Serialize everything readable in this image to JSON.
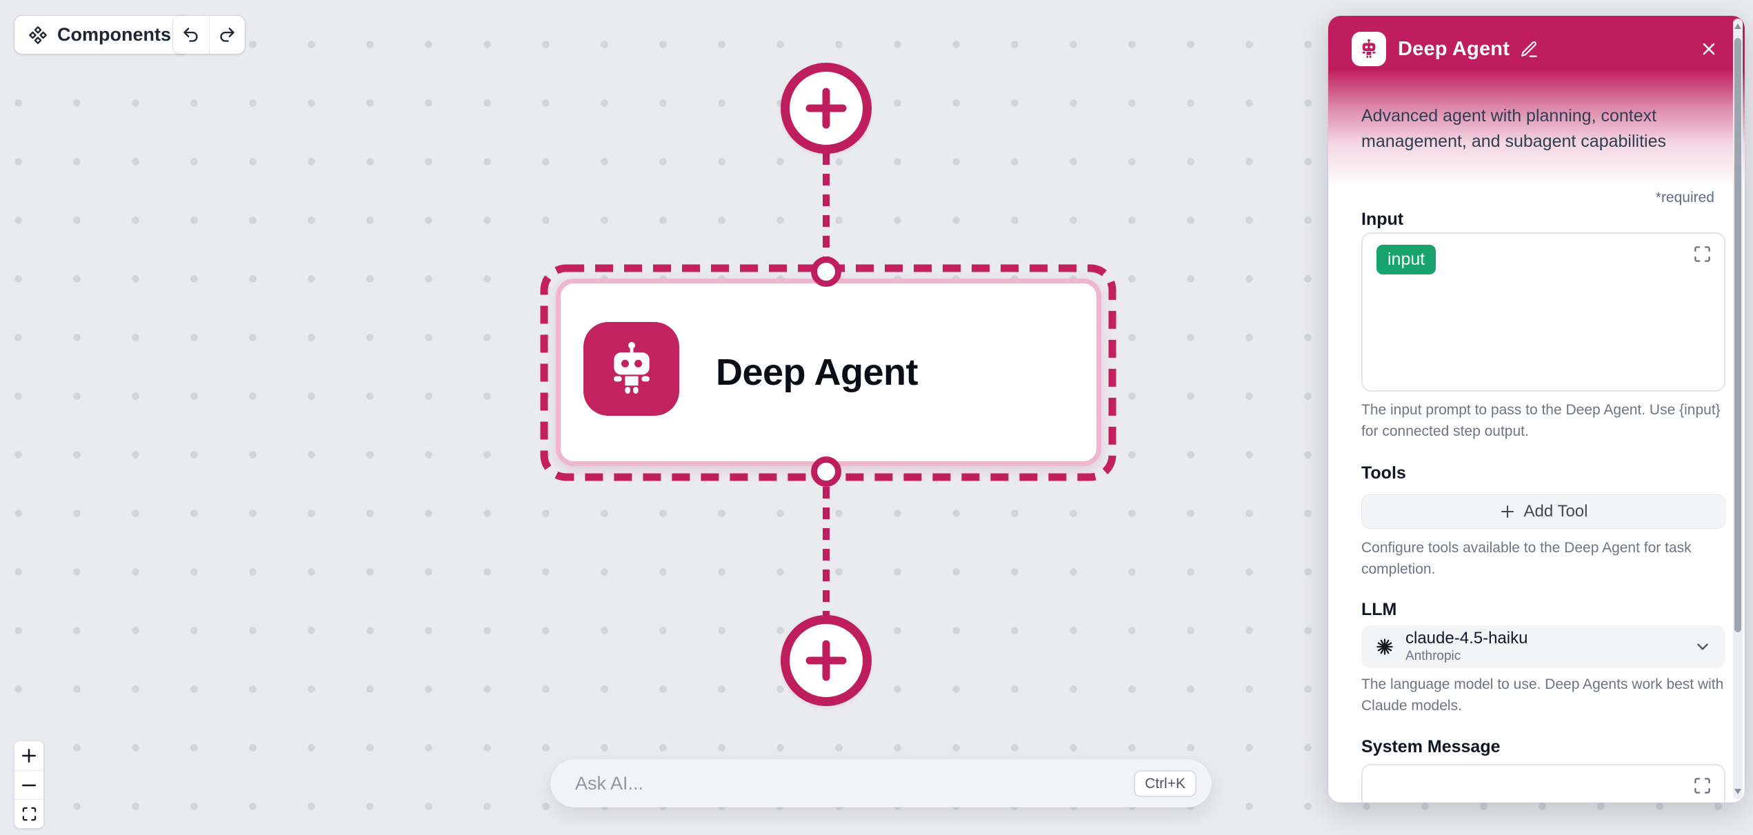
{
  "canvas": {
    "components_button": "Components",
    "node": {
      "title": "Deep Agent"
    },
    "ask_ai": {
      "placeholder": "Ask AI...",
      "shortcut": "Ctrl+K"
    }
  },
  "panel": {
    "title": "Deep Agent",
    "description": "Advanced agent with planning, context management, and subagent capabilities",
    "required_note": "*required",
    "input": {
      "label": "Input",
      "badge": "input",
      "helper": "The input prompt to pass to the Deep Agent. Use {input} for connected step output."
    },
    "tools": {
      "label": "Tools",
      "add_button": "Add Tool",
      "helper": "Configure tools available to the Deep Agent for task completion."
    },
    "llm": {
      "label": "LLM",
      "model": "claude-4.5-haiku",
      "provider": "Anthropic",
      "helper": "The language model to use. Deep Agents work best with Claude models."
    },
    "system_message": {
      "label": "System Message"
    }
  },
  "colors": {
    "accent": "#BE1E5E",
    "accent_deep": "#C2225F",
    "badge_green": "#17A36B",
    "pink_border": "#EFB6CF",
    "canvas_bg": "#EAEBEF",
    "dot": "#D3D5DC"
  },
  "icons": {
    "components": "four-diamonds",
    "undo": "arrow-curve-left",
    "redo": "arrow-curve-right",
    "agent": "robot",
    "edit": "pencil-line",
    "close": "x",
    "expand": "corner-brackets",
    "add": "plus",
    "chevron": "chevron-down",
    "provider_logo": "anthropic-starburst",
    "zoom_in": "plus",
    "zoom_out": "minus",
    "fit_view": "corner-brackets"
  }
}
